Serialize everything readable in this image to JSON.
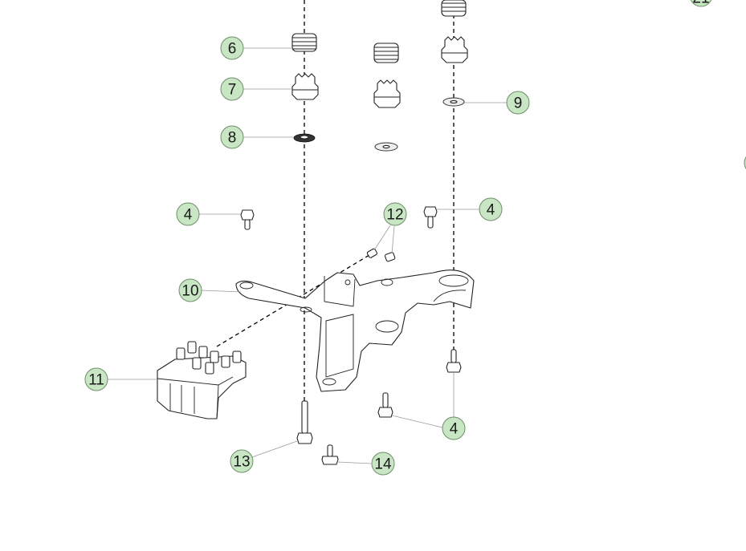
{
  "callouts": [
    {
      "id": "c6",
      "label": "6"
    },
    {
      "id": "c7",
      "label": "7"
    },
    {
      "id": "c8",
      "label": "8"
    },
    {
      "id": "c9",
      "label": "9"
    },
    {
      "id": "c4a",
      "label": "4"
    },
    {
      "id": "c4b",
      "label": "4"
    },
    {
      "id": "c4c",
      "label": "4"
    },
    {
      "id": "c12",
      "label": "12"
    },
    {
      "id": "c10",
      "label": "10"
    },
    {
      "id": "c11",
      "label": "11"
    },
    {
      "id": "c13",
      "label": "13"
    },
    {
      "id": "c14",
      "label": "14"
    },
    {
      "id": "c21",
      "label": "21"
    }
  ],
  "colors": {
    "callout_fill": "#c9e6c4",
    "callout_stroke": "#6f8f6a",
    "leader": "#9a9a9a"
  }
}
